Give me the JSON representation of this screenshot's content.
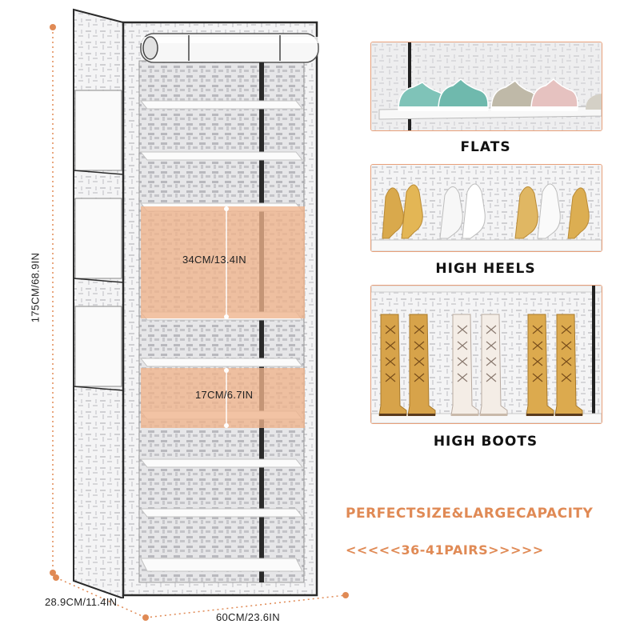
{
  "dimensions": {
    "height": "175CM/68.9IN",
    "depth": "28.9CM/11.4IN",
    "width": "60CM/23.6IN",
    "tier_tall": "34CM/13.4IN",
    "tier_short": "17CM/6.7IN"
  },
  "panels": [
    {
      "caption": "FLATS",
      "icon": "flat-shoes"
    },
    {
      "caption": "HIGH HEELS",
      "icon": "high-heels"
    },
    {
      "caption": "HIGH BOOTS",
      "icon": "high-boots"
    }
  ],
  "tagline": {
    "line1": "PERFECTSIZE&LARGECAPACITY",
    "line2": "<<<<<36-41PAIRS>>>>>"
  },
  "colors": {
    "accent": "#e08a55",
    "highlight": "#f0b48c",
    "frame": "#2a2a2a"
  }
}
